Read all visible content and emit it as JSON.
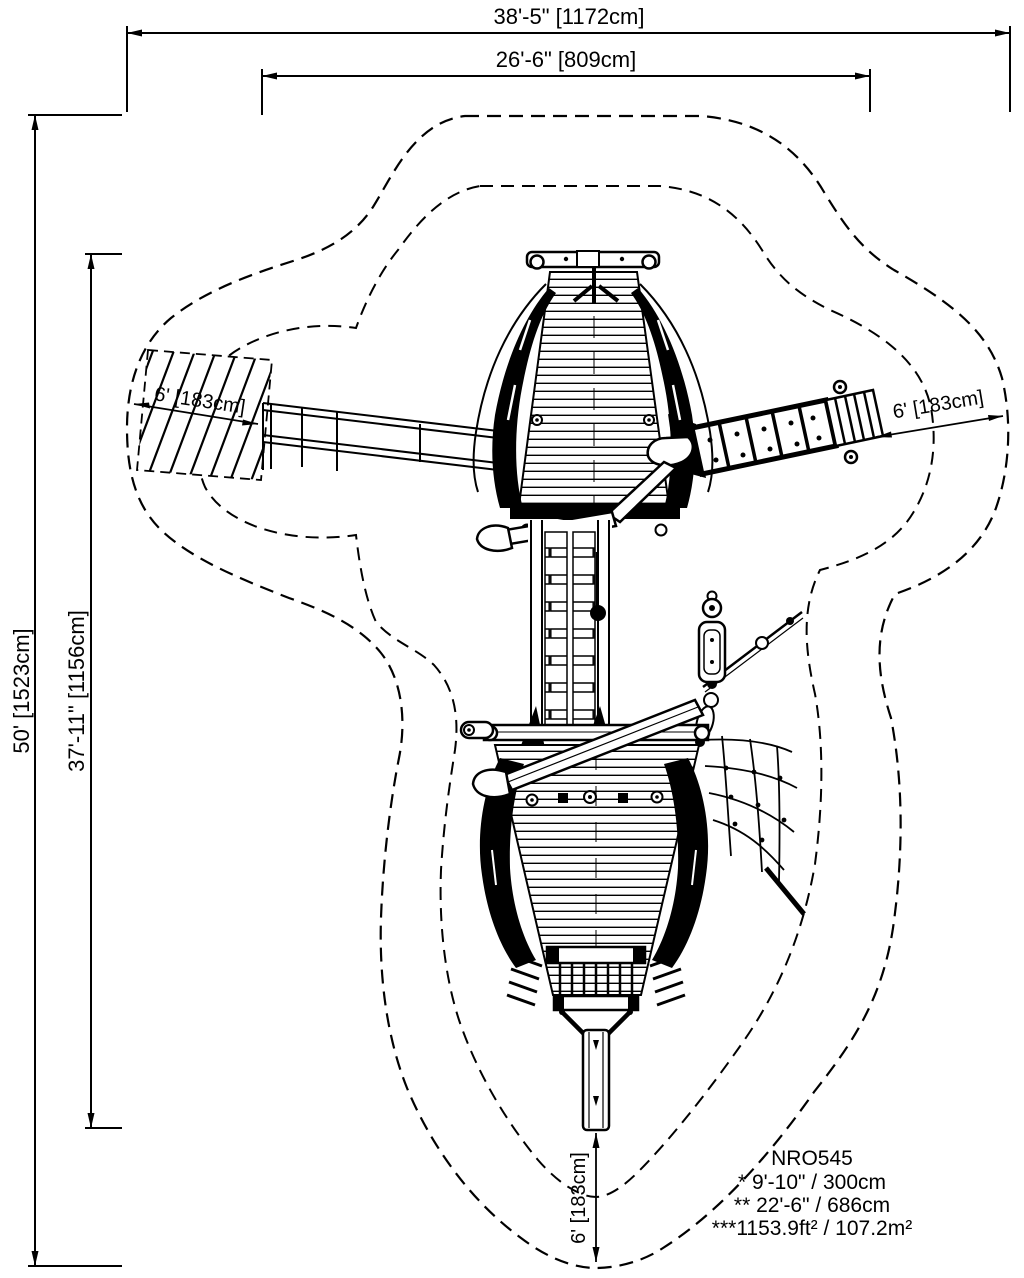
{
  "colors": {
    "line": "#000000",
    "background": "#ffffff"
  },
  "labels": {
    "overall_width": "38'-5\" [1172cm]",
    "structure_width": "26'-6\" [809cm]",
    "overall_depth": "50' [1523cm]",
    "structure_depth": "37'-11\" [1156cm]",
    "clearance_left": "6' [183cm]",
    "clearance_right": "6' [183cm]",
    "clearance_bottom": "6' [183cm]"
  },
  "legend": {
    "model": "NRO545",
    "note_fall_height": "* 9'-10\" / 300cm",
    "note_structure_size": "** 22'-6\" / 686cm",
    "note_area": "***1153.9ft² / 107.2m²"
  }
}
